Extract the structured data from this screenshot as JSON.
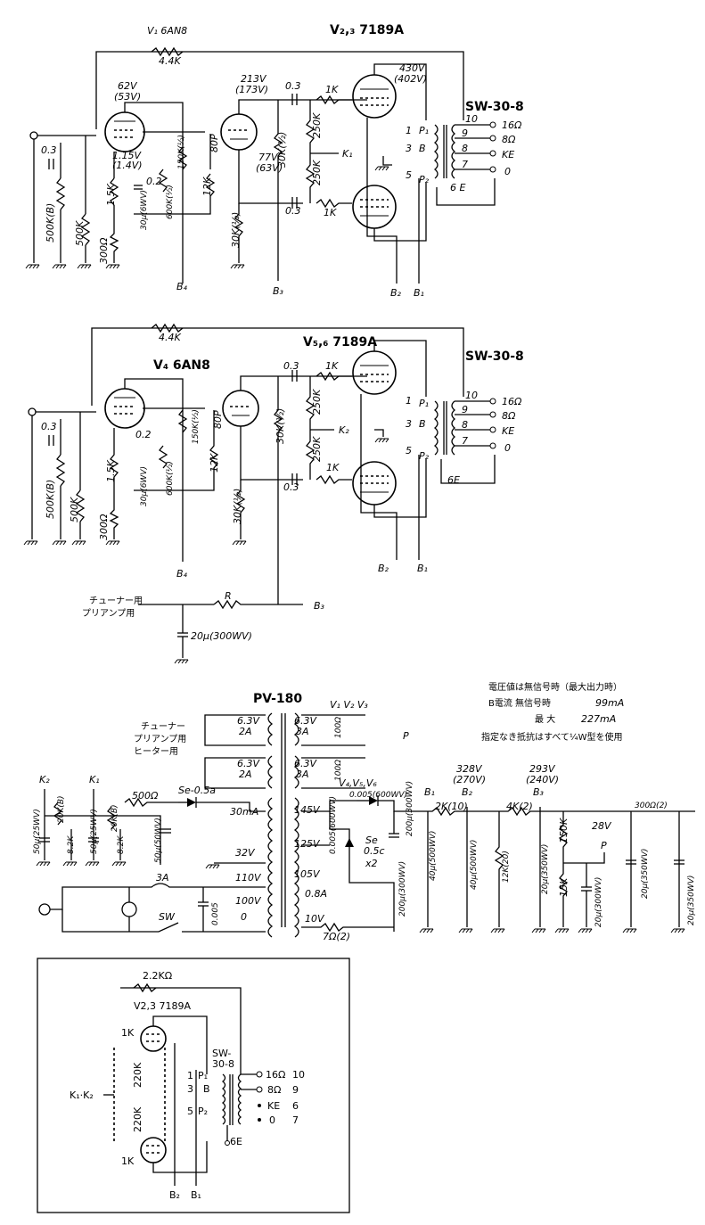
{
  "amp1": {
    "v1_label": "V₁ 6AN8",
    "v23_label": "V₂,₃ 7189A",
    "fb_res": "4.4K",
    "v1_plate_v": "62V",
    "v1_plate_v2": "(53V)",
    "v1_cath_v": "1.15V",
    "v1_cath_v2": "(1.4V)",
    "v1b_plate_v": "213V",
    "v1b_plate_v2": "(173V)",
    "v1b_cath_v": "77V",
    "v1b_cath_v2": "(63V)",
    "c_in": "0.3",
    "vol": "500K(B)",
    "r_grid": "500K",
    "r_cath": "300Ω",
    "r_15k": "1.5K",
    "c_02": "0.2",
    "c_30u": "30μ(6WV)",
    "r_600k": "600K(½)",
    "r_150k": "150K(½)",
    "c_80p": "80P",
    "r_12k": "12K",
    "r_30k_a": "30K(½)",
    "r_30k_b": "30K(½)",
    "c_03a": "0.3",
    "c_03b": "0.3",
    "r_1k_a": "1K",
    "r_1k_b": "1K",
    "r_250k_a": "250K",
    "r_250k_b": "250K",
    "k1": "K₁",
    "out_plate_v": "430V",
    "out_plate_v2": "(402V)",
    "trans": "SW-30-8",
    "p1": "P₁",
    "p2": "P₂",
    "b": "B",
    "pin1": "1",
    "pin3": "3",
    "pin5": "5",
    "t10": "10",
    "t9": "9",
    "t8": "8",
    "t7": "7",
    "t6e": "6 E",
    "o16": "16Ω",
    "o8": "8Ω",
    "oke": "KE",
    "o0": "0",
    "b4": "B₄",
    "b3": "B₃",
    "b2": "B₂",
    "b1": "B₁"
  },
  "amp2": {
    "v4_label": "V₄ 6AN8",
    "v56_label": "V₅,₆ 7189A",
    "fb_res": "4.4K",
    "c_in": "0.3",
    "vol": "500K(B)",
    "r_grid": "500K",
    "r_cath": "300Ω",
    "r_15k": "1.5K",
    "c_02": "0.2",
    "c_30u": "30μ(6WV)",
    "r_600k": "600K(½)",
    "r_150k": "150K(½)",
    "c_80p": "80P",
    "r_12k": "12K",
    "r_30k_a": "30K(½)",
    "r_30k_b": "30K(½)",
    "c_03a": "0.3",
    "c_03b": "0.3",
    "r_1k_a": "1K",
    "r_1k_b": "1K",
    "r_250k_a": "250K",
    "r_250k_b": "250K",
    "k2": "K₂",
    "trans": "SW-30-8",
    "p1": "P₁",
    "p2": "P₂",
    "b": "B",
    "pin1": "1",
    "pin3": "3",
    "pin5": "5",
    "t10": "10",
    "t9": "9",
    "t8": "8",
    "t7": "7",
    "t6e": "6E",
    "o16": "16Ω",
    "o8": "8Ω",
    "oke": "KE",
    "o0": "0",
    "b4": "B₄",
    "b2": "B₂",
    "b1": "B₁",
    "tuner_pre_1": "チューナー用",
    "tuner_pre_2": "プリアンプ用",
    "r": "R",
    "b3": "B₃",
    "c_20u": "20μ(300WV)"
  },
  "power": {
    "pt": "PV-180",
    "note1": "電圧値は無信号時（最大出力時）",
    "note2a": "B電流  無信号時",
    "note2b": "99mA",
    "note3a": "最  大",
    "note3b": "227mA",
    "note4": "指定なき抵抗はすべて¼W型を使用",
    "h1v": "6.3V",
    "h1a": "2A",
    "h2v": "6.3V",
    "h2a": "2A",
    "h3v": "6.3V",
    "h3a": "3A",
    "h4v": "6.3V",
    "h4a": "3A",
    "heat_1": "チューナー",
    "heat_2": "プリアンプ用",
    "heat_3": "ヒーター用",
    "v123": "V₁ V₂ V₃",
    "v456": "V₄,V₅,V₆",
    "r100a": "100Ω",
    "r100b": "100Ω",
    "p": "P",
    "k2": "K₂",
    "k1": "K₁",
    "r20k_a": "20K(B)",
    "r20k_b": "20K(B)",
    "r82k_a": "8.2K",
    "r82k_b": "8.2K",
    "c50_a": "50μ(25WV)",
    "c50_b": "50μ(25WV)",
    "r500": "500Ω",
    "c50_c": "50μ(50WV)",
    "diode1": "Se-0.5a",
    "tap30ma": "30mA",
    "tap32v": "32V",
    "fuse": "3A",
    "sw": "SW",
    "c0005": "0.005",
    "v110": "110V",
    "v100": "100V",
    "v0": "0",
    "v145": "145V",
    "v125": "125V",
    "v105": "105V",
    "a08": "0.8A",
    "v10": "10V",
    "c0005b": "0.005(600WV)",
    "c0005c": "0.005(600WV)",
    "se": "Se",
    "se2": "0.5c",
    "x2": "x2",
    "c200a": "200μ(300WV)",
    "c200b": "200μ(300WV)",
    "r7": "7Ω(2)",
    "b1": "B₁",
    "b2": "B₂",
    "b3": "B₃",
    "v328": "328V",
    "v270": "(270V)",
    "v293": "293V",
    "v240": "(240V)",
    "r2k": "2K(10)",
    "r4k": "4K(2)",
    "c40a": "40μ(500WV)",
    "c40b": "40μ(500WV)",
    "r12k": "12K(20)",
    "c20a": "20μ(350WV)",
    "r150k": "150K",
    "r15k": "15K",
    "v28": "28V",
    "p2": "P",
    "c20b": "20μ(300WV)",
    "c20c": "20μ(350WV)",
    "rend": "300Ω(2)",
    "cend": "20μ(350WV)"
  },
  "inset": {
    "r22k": "2.2KΩ",
    "tubes": "V2,3  7189A",
    "r1k_a": "1K",
    "r1k_b": "1K",
    "r220k_a": "220K",
    "r220k_b": "220K",
    "k": "K₁·K₂",
    "sw": "SW-",
    "sw2": "30-8",
    "p1": "P₁",
    "p2": "P₂",
    "b": "B",
    "n1": "1",
    "n3": "3",
    "n5": "5",
    "o16": "16Ω",
    "o8": "8Ω",
    "oke": "KE",
    "o0": "0",
    "t10": "10",
    "t9": "9",
    "t6": "6",
    "t7": "7",
    "t6e": "6E",
    "b2": "B₂",
    "b1": "B₁"
  }
}
